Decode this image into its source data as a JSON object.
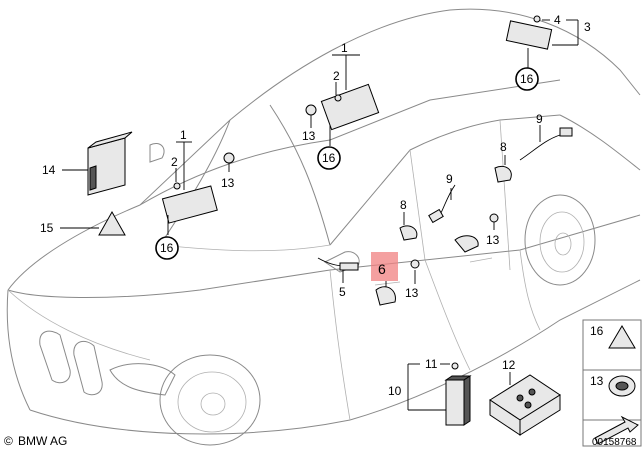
{
  "labels": {
    "l1a": "1",
    "l2a": "2",
    "l13a": "13",
    "l16a": "16",
    "l1b": "1",
    "l2b": "2",
    "l13b": "13",
    "l16b": "16",
    "l4": "4",
    "l3": "3",
    "l16c": "16",
    "l14": "14",
    "l15": "15",
    "l8a": "8",
    "l9a": "9",
    "l8b": "8",
    "l9b": "9",
    "l6": "6",
    "l5": "5",
    "l13c": "13",
    "l11": "11",
    "l10": "10",
    "l12": "12",
    "l16d": "16",
    "l13d": "13"
  },
  "footer": {
    "brand": "BMW AG",
    "copyright_symbol": "©",
    "diagram_number": "00158768"
  },
  "colors": {
    "highlight": "#f08080",
    "line": "#000000",
    "car_outline": "#8a8a8a"
  }
}
